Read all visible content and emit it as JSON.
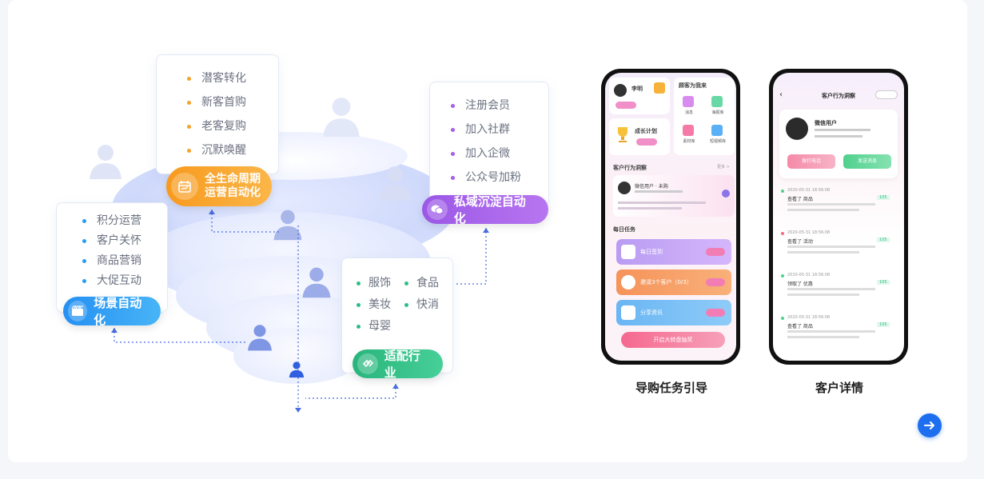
{
  "lifecycle": {
    "items": [
      "潜客转化",
      "新客首购",
      "老客复购",
      "沉默唤醒"
    ],
    "label": [
      "全生命周期",
      "运营自动化"
    ],
    "color": "#f7a229"
  },
  "private_domain": {
    "items": [
      "注册会员",
      "加入社群",
      "加入企微",
      "公众号加粉"
    ],
    "label": "私域沉淀自动化",
    "color": "#a45ee8"
  },
  "scene": {
    "items": [
      "积分运营",
      "客户关怀",
      "商品营销",
      "大促互动"
    ],
    "label": "场景自动化",
    "color": "#2a9df4"
  },
  "industry": {
    "items": [
      "服饰",
      "食品",
      "美妆",
      "快消",
      "母婴"
    ],
    "label": "适配行业",
    "color": "#2ebd85"
  },
  "phone1": {
    "caption": "导购任务引导",
    "user_name": "李明",
    "header_right": "顾客为我来",
    "growth": "成长计划",
    "section_behavior": "客户行为洞察",
    "more": "更多 >",
    "customer": "微信用户 · 未购",
    "section_tasks": "每日任务",
    "task1": "每日签到",
    "task2": "邀请3个客户（0/3）",
    "task3": "分享资讯",
    "bottom_button": "开启大转盘抽奖",
    "quick_icons": [
      "消息",
      "海报库",
      "素材库",
      "短视频库"
    ]
  },
  "phone2": {
    "caption": "客户详情",
    "title": "客户行为洞察",
    "customer_name": "微信用户",
    "btn1": "拨打电话",
    "btn2": "发送消息",
    "events": [
      {
        "time": "2020-05-31 18:56:08",
        "action": "查看了 商品"
      },
      {
        "time": "2020-05-31 18:56:08",
        "action": "查看了 活动"
      },
      {
        "time": "2020-05-31 18:56:08",
        "action": "领取了 优惠"
      },
      {
        "time": "2020-05-31 18:56:08",
        "action": "查看了 商品"
      }
    ],
    "tag": "105"
  },
  "colors": {
    "accent_blue": "#1e6ef0",
    "dotted_line": "#4a6ee0"
  },
  "icons": {
    "next": "arrow-right-icon",
    "person": "person-icon"
  }
}
